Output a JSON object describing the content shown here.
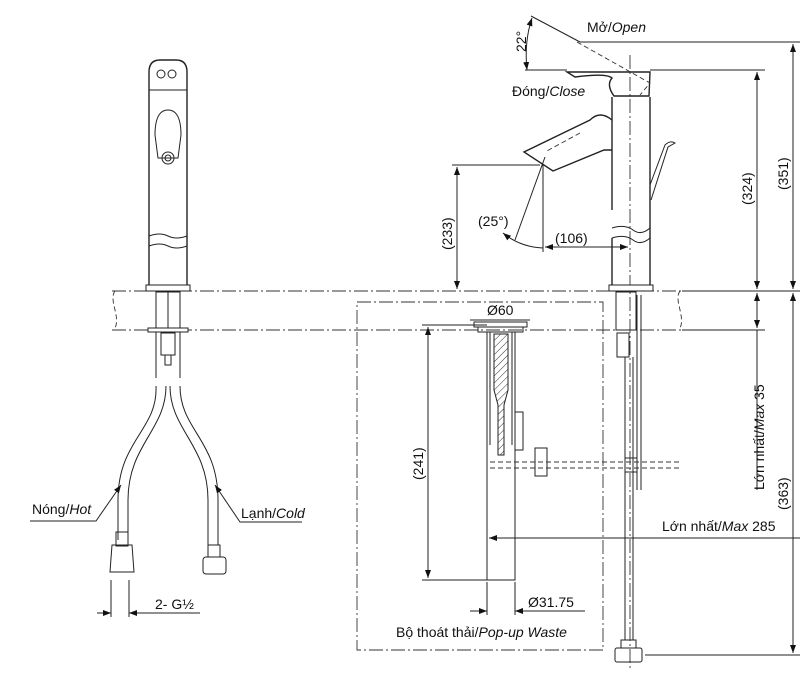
{
  "labels": {
    "open_vi": "Mở/",
    "open_en": "Open",
    "handle_angle": "22°",
    "close_vi": "Đóng/",
    "close_en": "Close",
    "height_324": "(324)",
    "height_351": "(351)",
    "spout_height": "(233)",
    "spout_angle": "(25°)",
    "spout_reach": "(106)",
    "flange_dia": "Ø60",
    "waste_length": "(241)",
    "max35_vi": "Lớn nhất/",
    "max35_en": "Max",
    "max35_val": " 35",
    "below_363": "(363)",
    "max285_vi": "Lớn nhất/",
    "max285_en": "Max",
    "max285_val": " 285",
    "waste_dia": "Ø31.75",
    "popup_vi": "Bộ thoát thải/",
    "popup_en": "Pop-up Waste",
    "hot_vi": "Nóng/",
    "hot_en": "Hot",
    "cold_vi": "Lạnh/",
    "cold_en": "Cold",
    "thread": "2- G½"
  }
}
